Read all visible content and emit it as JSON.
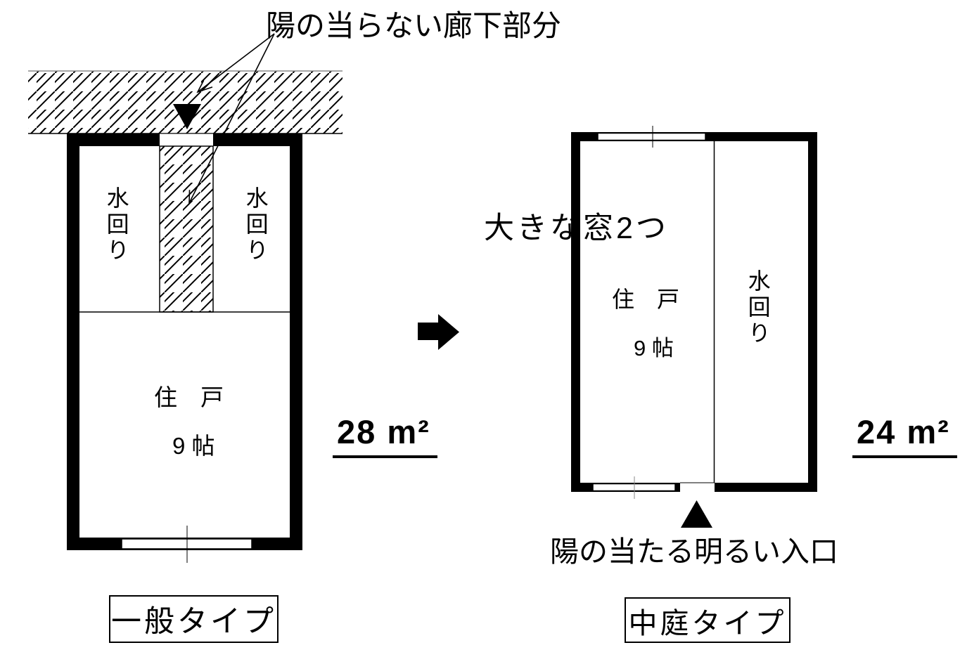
{
  "colors": {
    "ink": "#000000",
    "paper": "#ffffff"
  },
  "left_plan": {
    "corridor_note": "陽の当らない廊下部分",
    "water_area_left": "水回り",
    "water_area_right": "水回り",
    "unit_name": "住　戸",
    "unit_size": "9 帖",
    "area": "28 m²",
    "type_name": "一般タイプ"
  },
  "right_plan": {
    "windows_note": "大きな窓2つ",
    "unit_name": "住　戸",
    "unit_size": "9 帖",
    "water_area": "水回り",
    "area": "24 m²",
    "entrance_note": "陽の当たる明るい入口",
    "type_name": "中庭タイプ"
  }
}
